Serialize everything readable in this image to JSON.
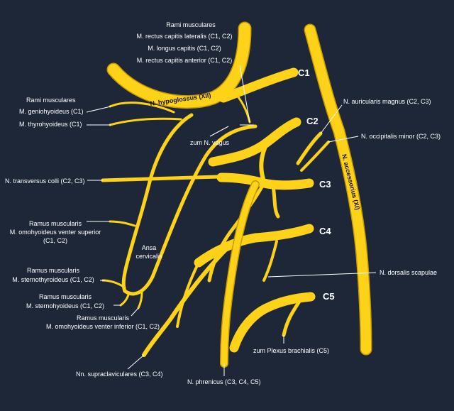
{
  "colors": {
    "background": "#1e2738",
    "nerve": "#ffd21a",
    "label": "#ffffff"
  },
  "segments": {
    "c1": "C1",
    "c2": "C2",
    "c3": "C3",
    "c4": "C4",
    "c5": "C5"
  },
  "nerve_labels": {
    "hypoglossus": "N. hypoglossus (XII)",
    "accessorius": "N. accessorius (XI)"
  },
  "labels": {
    "rami_musculares_top": "Rami musculares",
    "rectus_capitis_lateralis": "M. rectus capitis lateralis (C1, C2)",
    "longus_capitis": "M. longus capitis (C1, C2)",
    "rectus_capitis_anterior": "M. rectus capitis anterior (C1, C2)",
    "rami_musculares_left": "Rami musculares",
    "geniohyoideus": "M. geniohyoideus (C1)",
    "thyrohyoideus": "M. thyrohyoideus (C1)",
    "zum_vagus": "zum N. vagus",
    "auricularis_magnus": "N. auricularis magnus (C2, C3)",
    "occipitalis_minor": "N. occipitalis minor (C2, C3)",
    "transversus_colli": "N. transversus colli (C2, C3)",
    "omohyoideus_sup_1": "Ramus muscularis",
    "omohyoideus_sup_2": "M. omohyoideus venter superior",
    "omohyoideus_sup_3": "(C1, C2)",
    "ansa_1": "Ansa",
    "ansa_2": "cervicalis",
    "sternothyroideus_1": "Ramus muscularis",
    "sternothyroideus_2": "M. sternothyroideus (C1, C2)",
    "sternohyoideus_1": "Ramus muscularis",
    "sternohyoideus_2": "M. sternohyoideus (C1, C2)",
    "omohyoideus_inf_1": "Ramus muscularis",
    "omohyoideus_inf_2": "M. omohyoideus venter inferior (C1, C2)",
    "dorsalis_scapulae": "N. dorsalis scapulae",
    "plexus_brachialis": "zum Plexus brachialis (C5)",
    "supraclaviculares": "Nn. supraclaviculares (C3, C4)",
    "phrenicus": "N. phrenicus (C3, C4, C5)"
  }
}
